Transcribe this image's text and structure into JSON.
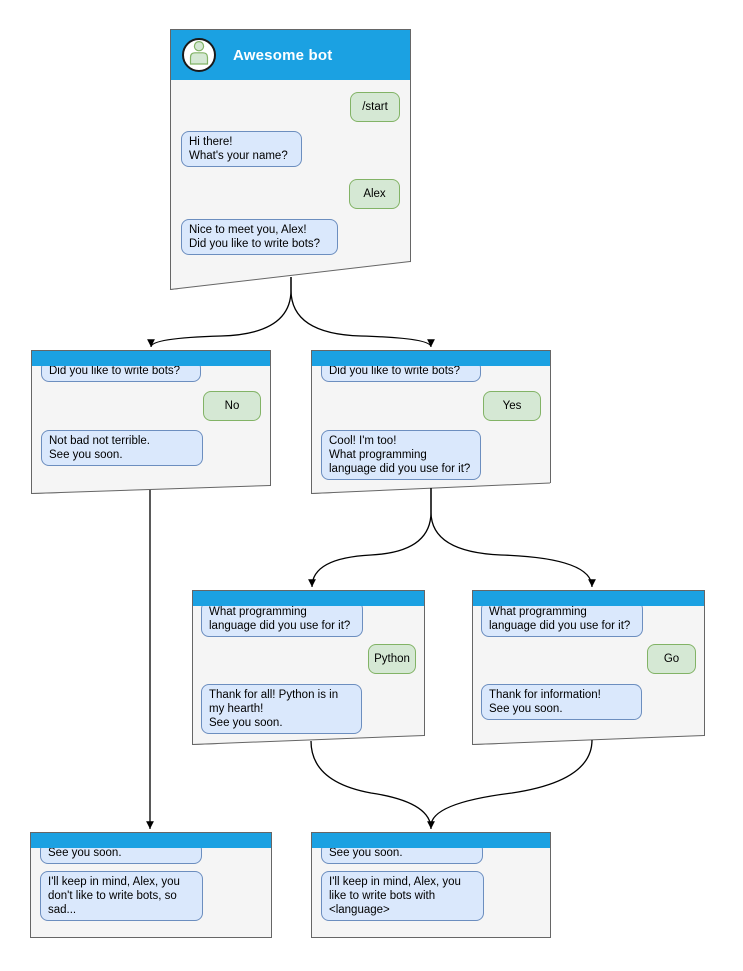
{
  "palette": {
    "header_blue": "#1ba1e2",
    "window_bg": "#f5f5f5",
    "window_border": "#666666",
    "bot_bubble_bg": "#dae8fc",
    "bot_bubble_border": "#6c8ebf",
    "user_bubble_bg": "#d5e8d4",
    "user_bubble_border": "#82b366",
    "connector": "#000000",
    "title_text": "#ffffff"
  },
  "windows": {
    "main": {
      "title": "Awesome bot",
      "avatar_icon": "person-icon",
      "messages": [
        {
          "from": "user",
          "text": "/start"
        },
        {
          "from": "bot",
          "text": "Hi there!\nWhat's your name?"
        },
        {
          "from": "user",
          "text": "Alex"
        },
        {
          "from": "bot",
          "text": "Nice to meet you, Alex!\nDid you like to write bots?"
        }
      ]
    },
    "branch_no": {
      "messages": [
        {
          "from": "bot",
          "text": "Did you like to write bots?"
        },
        {
          "from": "user",
          "text": "No"
        },
        {
          "from": "bot",
          "text": "Not bad not terrible.\nSee you soon."
        }
      ]
    },
    "branch_yes": {
      "messages": [
        {
          "from": "bot",
          "text": "Did you like to write bots?"
        },
        {
          "from": "user",
          "text": "Yes"
        },
        {
          "from": "bot",
          "text": "Cool! I'm too!\nWhat programming\nlanguage did you use for it?"
        }
      ]
    },
    "branch_python": {
      "messages": [
        {
          "from": "bot",
          "text": "What programming\nlanguage did you use for it?"
        },
        {
          "from": "user",
          "text": "Python"
        },
        {
          "from": "bot",
          "text": "Thank for all! Python is in\nmy hearth!\nSee you soon."
        }
      ]
    },
    "branch_go": {
      "messages": [
        {
          "from": "bot",
          "text": "What programming\nlanguage did you use for it?"
        },
        {
          "from": "user",
          "text": "Go"
        },
        {
          "from": "bot",
          "text": "Thank for information!\nSee you soon."
        }
      ]
    },
    "end_no": {
      "messages": [
        {
          "from": "bot",
          "text": "See you soon."
        },
        {
          "from": "bot",
          "text": "I'll keep in mind, Alex, you\ndon't like to write bots, so\nsad..."
        }
      ]
    },
    "end_language": {
      "messages": [
        {
          "from": "bot",
          "text": "See you soon."
        },
        {
          "from": "bot",
          "text": "I'll keep in mind, Alex, you\nlike to write bots with\n<language>"
        }
      ]
    }
  }
}
